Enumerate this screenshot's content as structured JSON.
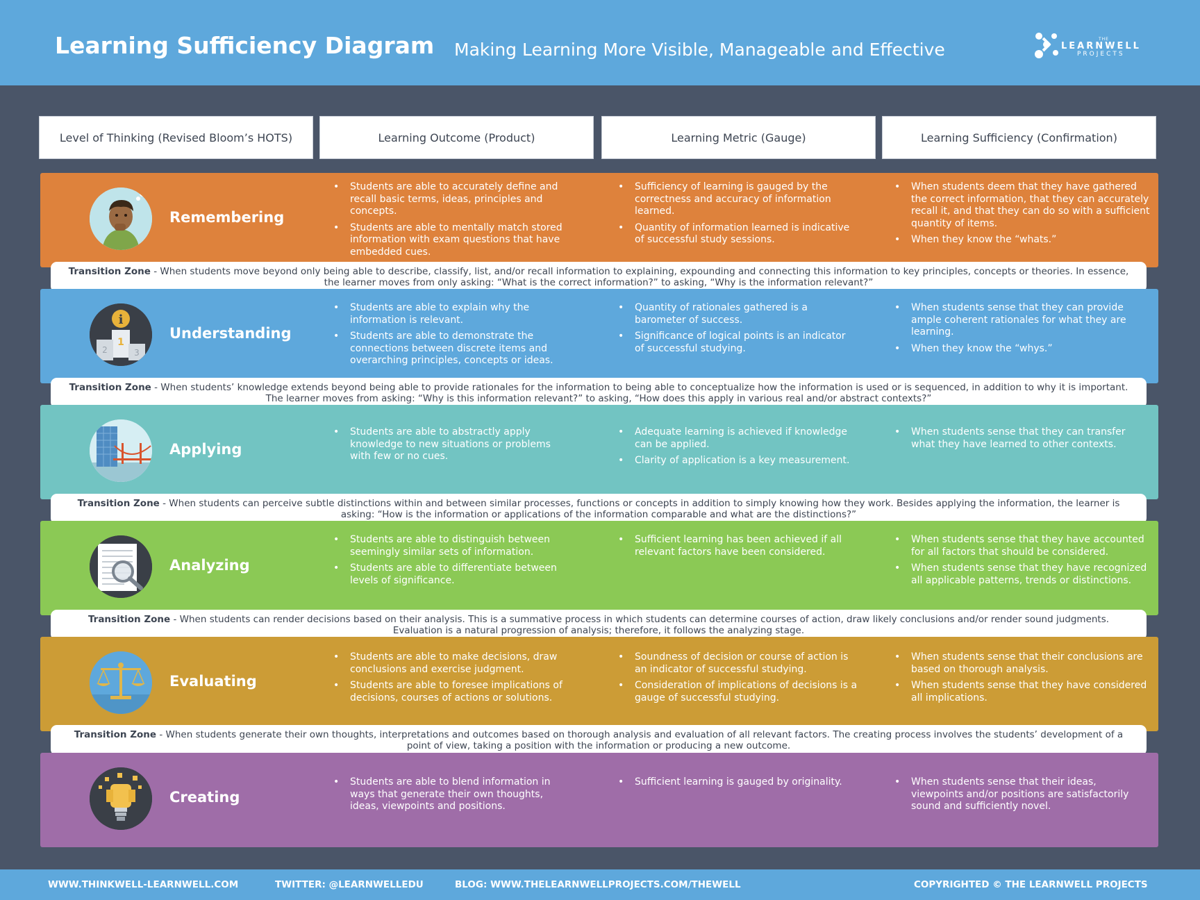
{
  "header": {
    "title": "Learning Sufficiency Diagram",
    "subtitle": "Making Learning More Visible, Manageable and Effective",
    "logo": {
      "the": "THE",
      "name": "LEARNWELL",
      "sub": "PROJECTS"
    }
  },
  "columns": [
    "Level of Thinking (Revised Bloom’s HOTS)",
    "Learning Outcome (Product)",
    "Learning Metric (Gauge)",
    "Learning Sufficiency (Confirmation)"
  ],
  "colors": {
    "header": "#5ea8dc",
    "background": "#4a5568",
    "remembering": "#de823c",
    "understanding": "#5ea8dc",
    "applying": "#72c4c2",
    "analyzing": "#8bc955",
    "evaluating": "#cc9c36",
    "creating": "#9f6da8"
  },
  "levels": [
    {
      "name": "Remembering",
      "icon": "thinking-person-icon",
      "outcome": [
        "Students are able to accurately define and recall basic terms, ideas, principles and concepts.",
        "Students are able to mentally match stored information with exam questions that have embedded cues."
      ],
      "metric": [
        "Sufficiency of learning is gauged by the correctness and accuracy of information learned.",
        "Quantity of information learned is indicative of successful study sessions."
      ],
      "sufficiency": [
        "When students deem that they have gathered the correct information, that they can accurately recall it, and that they can do so with a sufficient quantity of items.",
        " When they know the “whats.”"
      ]
    },
    {
      "name": "Understanding",
      "icon": "podium-info-icon",
      "outcome": [
        "Students are able to explain why the information is relevant.",
        "Students are able to demonstrate the connections between discrete items and overarching principles, concepts or ideas."
      ],
      "metric": [
        "Quantity of rationales gathered is a barometer of success.",
        "Significance of logical points is an indicator of successful studying."
      ],
      "sufficiency": [
        "When students sense that they can provide ample coherent rationales for what they are learning.",
        "When they know the “whys.”"
      ]
    },
    {
      "name": "Applying",
      "icon": "bridge-building-icon",
      "outcome": [
        "Students are able to abstractly apply knowledge to new situations or problems with few or no cues."
      ],
      "metric": [
        "Adequate learning is achieved if knowledge can be applied.",
        "Clarity of application is a key measurement."
      ],
      "sufficiency": [
        "When students sense that they can transfer what they have learned to other contexts."
      ]
    },
    {
      "name": "Analyzing",
      "icon": "magnifier-document-icon",
      "outcome": [
        "Students are able to distinguish between seemingly similar sets of information.",
        "Students are able to differentiate between levels of significance."
      ],
      "metric": [
        "Sufficient learning has been achieved if all relevant factors have been considered."
      ],
      "sufficiency": [
        "When students sense that they have accounted for all factors that should be considered.",
        "When students sense that they have recognized all applicable patterns, trends or distinctions."
      ]
    },
    {
      "name": "Evaluating",
      "icon": "balance-scale-icon",
      "outcome": [
        "Students are able to make decisions, draw conclusions and exercise judgment.",
        "Students are able to foresee implications of decisions, courses of actions or solutions."
      ],
      "metric": [
        "Soundness of decision or course of action is an indicator of successful studying.",
        "Consideration of implications of decisions is a gauge of successful studying."
      ],
      "sufficiency": [
        "When students sense that their conclusions are based on thorough analysis.",
        "When students sense that they have considered all implications."
      ]
    },
    {
      "name": "Creating",
      "icon": "lightbulb-blocks-icon",
      "outcome": [
        "Students are able to blend information in ways that generate their own thoughts, ideas, viewpoints and positions."
      ],
      "metric": [
        "Sufficient learning is gauged by originality."
      ],
      "sufficiency": [
        "When students sense that their ideas, viewpoints and/or positions are satisfactorily sound and sufficiently novel."
      ]
    }
  ],
  "transitions": [
    {
      "label": "Transition Zone",
      "text": " - When students move beyond only being able to describe, classify, list, and/or recall information to explaining, expounding and connecting this information to key principles, concepts or theories. In essence, the learner moves from only asking: “What is the correct information?” to asking, “Why is the information relevant?”"
    },
    {
      "label": "Transition Zone",
      "text": " - When students’ knowledge extends beyond being able to provide rationales for the information to being able to conceptualize how the information is used or is sequenced, in addition to why it is important. The learner moves from asking: “Why is this information relevant?” to asking, “How does this apply in various real and/or abstract contexts?”"
    },
    {
      "label": "Transition Zone",
      "text": " - When students can perceive subtle distinctions within and between similar processes, functions or concepts in addition to simply knowing how they work. Besides applying the information, the learner is asking: “How is the information or applications of the information comparable and what are the distinctions?”"
    },
    {
      "label": "Transition Zone",
      "text": " - When students can render decisions based on their analysis. This is a summative process in which students can determine courses of action, draw likely conclusions and/or render sound judgments. Evaluation is a natural progression of analysis; therefore, it follows the analyzing stage."
    },
    {
      "label": "Transition Zone",
      "text": " - When students generate their own thoughts, interpretations and outcomes based on thorough analysis and evaluation of all relevant factors. The creating process involves the students’ development of a point of view, taking a position with the information or producing a new outcome."
    }
  ],
  "footer": {
    "website": "WWW.THINKWELL-LEARNWELL.COM",
    "twitter": "TWITTER: @LEARNWELLEDU",
    "blog": "BLOG: WWW.THELEARNWELLPROJECTS.COM/THEWELL",
    "copyright": "COPYRIGHTED © THE LEARNWELL PROJECTS"
  }
}
